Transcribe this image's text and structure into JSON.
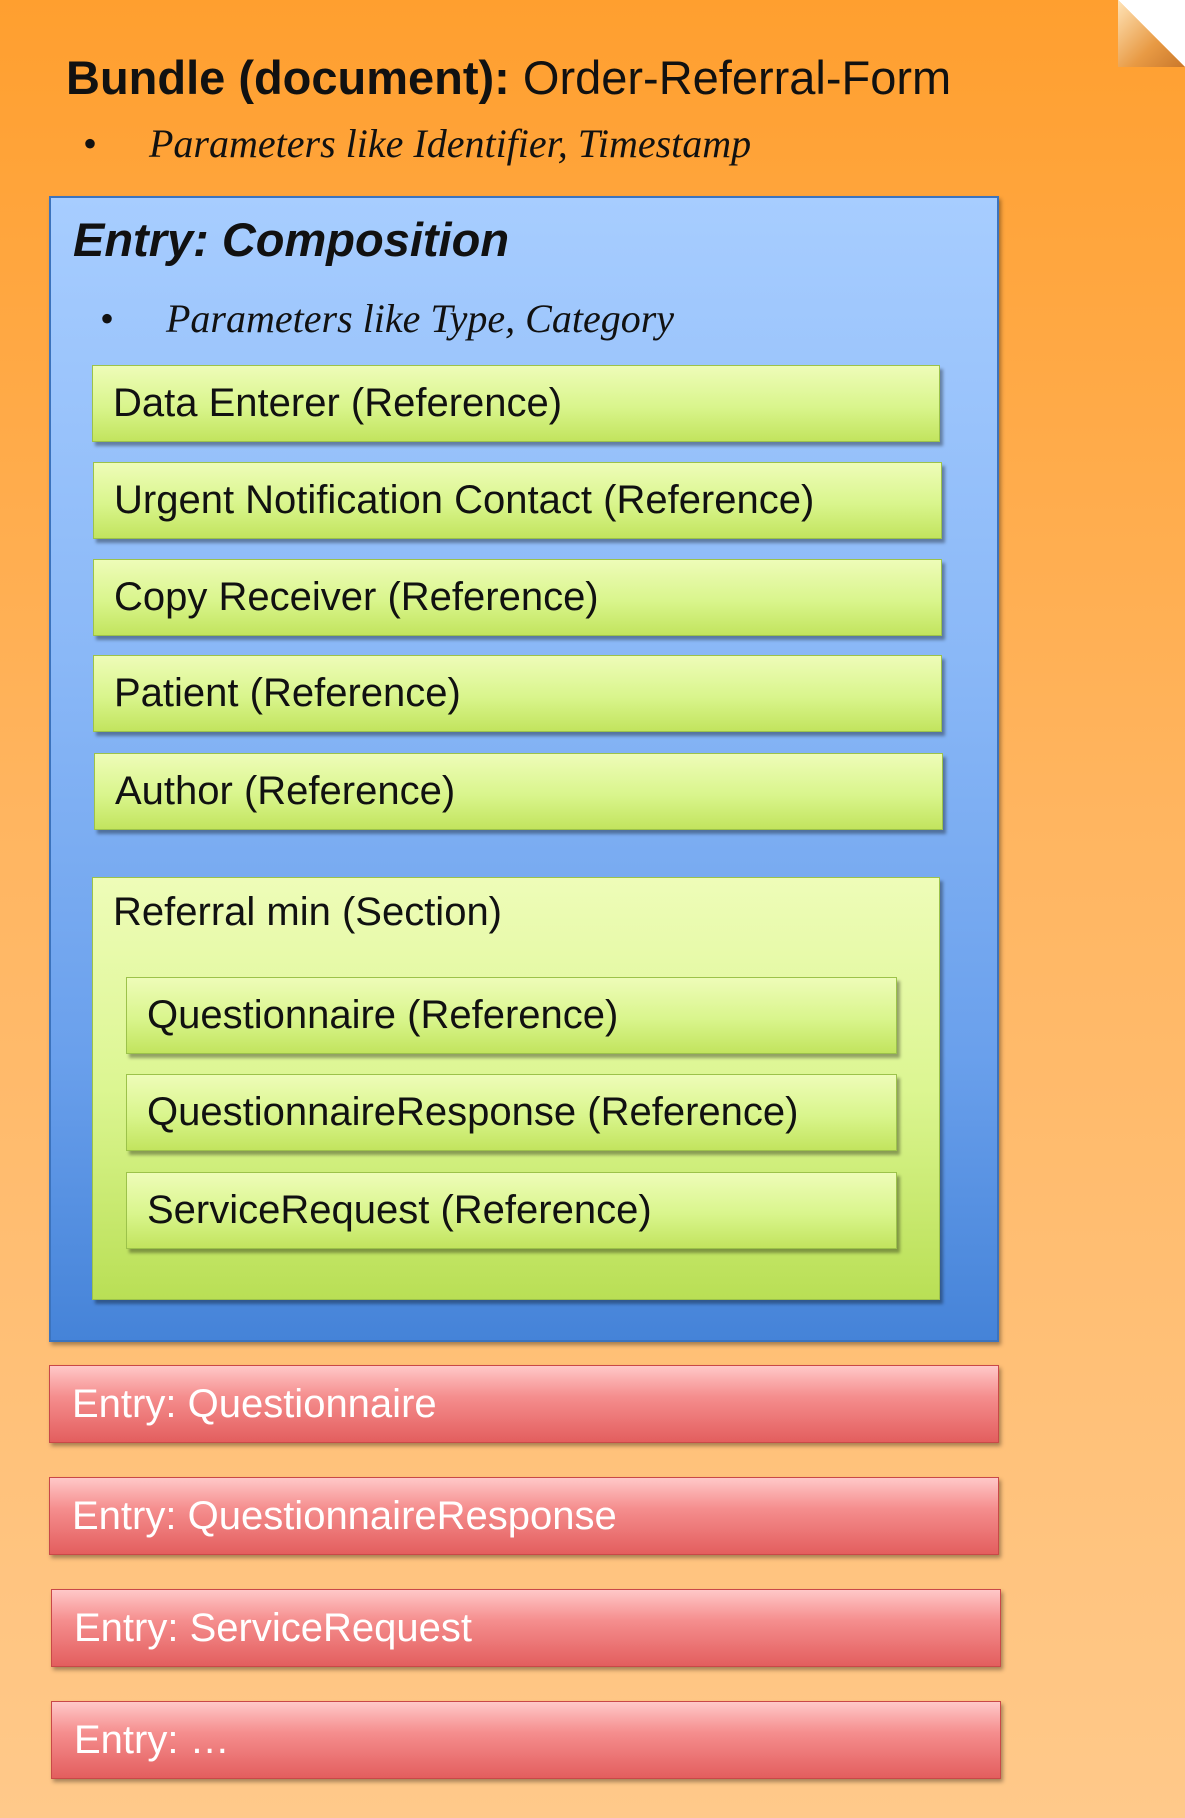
{
  "bundle": {
    "title_bold": "Bundle (document):",
    "title_name": " Order-Referral-Form",
    "bullet": "•",
    "params": "Parameters like Identifier, Timestamp"
  },
  "composition": {
    "title": "Entry: Composition",
    "bullet": "•",
    "params": "Parameters like Type, Category",
    "references": [
      "Data Enterer (Reference)",
      "Urgent Notification Contact (Reference)",
      "Copy Receiver (Reference)",
      "Patient (Reference)",
      "Author (Reference)"
    ],
    "section": {
      "title": "Referral min (Section)",
      "references": [
        "Questionnaire (Reference)",
        "QuestionnaireResponse (Reference)",
        "ServiceRequest (Reference)"
      ]
    }
  },
  "entries": [
    "Entry: Questionnaire",
    "Entry: QuestionnaireResponse",
    "Entry: ServiceRequest",
    "Entry: …"
  ]
}
